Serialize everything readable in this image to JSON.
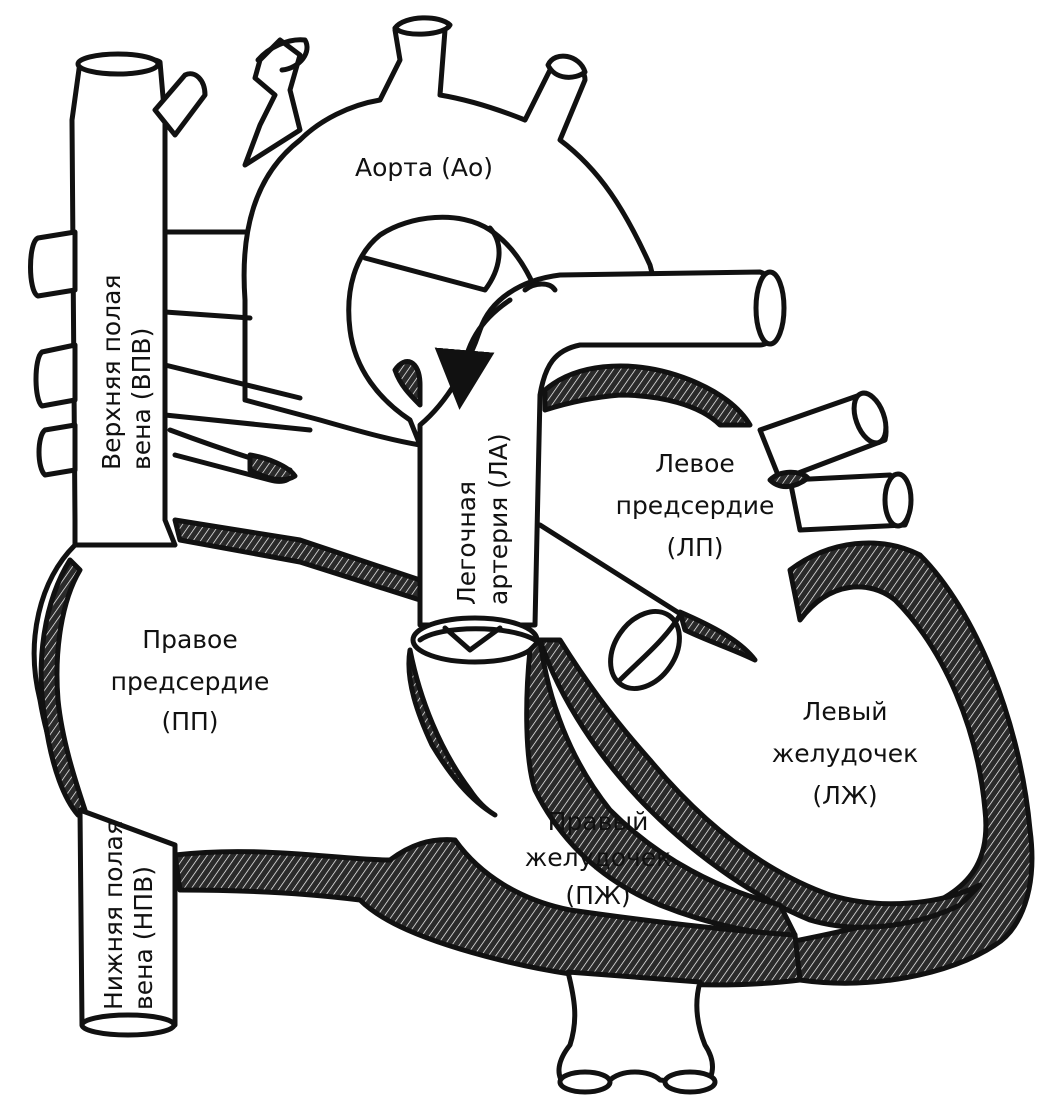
{
  "labels": {
    "aorta": "Аорта (Ао)",
    "svc_line1": "Верхняя полая",
    "svc_line2": "вена (ВПВ)",
    "ivc_line1": "Нижняя полая",
    "ivc_line2": "вена (НПВ)",
    "pa_line1": "Легочная",
    "pa_line2": "артерия (ЛА)",
    "la_line1": "Левое",
    "la_line2": "предсердие",
    "la_line3": "(ЛП)",
    "ra_line1": "Правое",
    "ra_line2": "предсердие",
    "ra_line3": "(ПП)",
    "lv_line1": "Левый",
    "lv_line2": "желудочек",
    "lv_line3": "(ЛЖ)",
    "rv_line1": "Правый",
    "rv_line2": "желудочек",
    "rv_line3": "(ПЖ)"
  },
  "colors": {
    "ink": "#111111",
    "background": "#ffffff"
  }
}
